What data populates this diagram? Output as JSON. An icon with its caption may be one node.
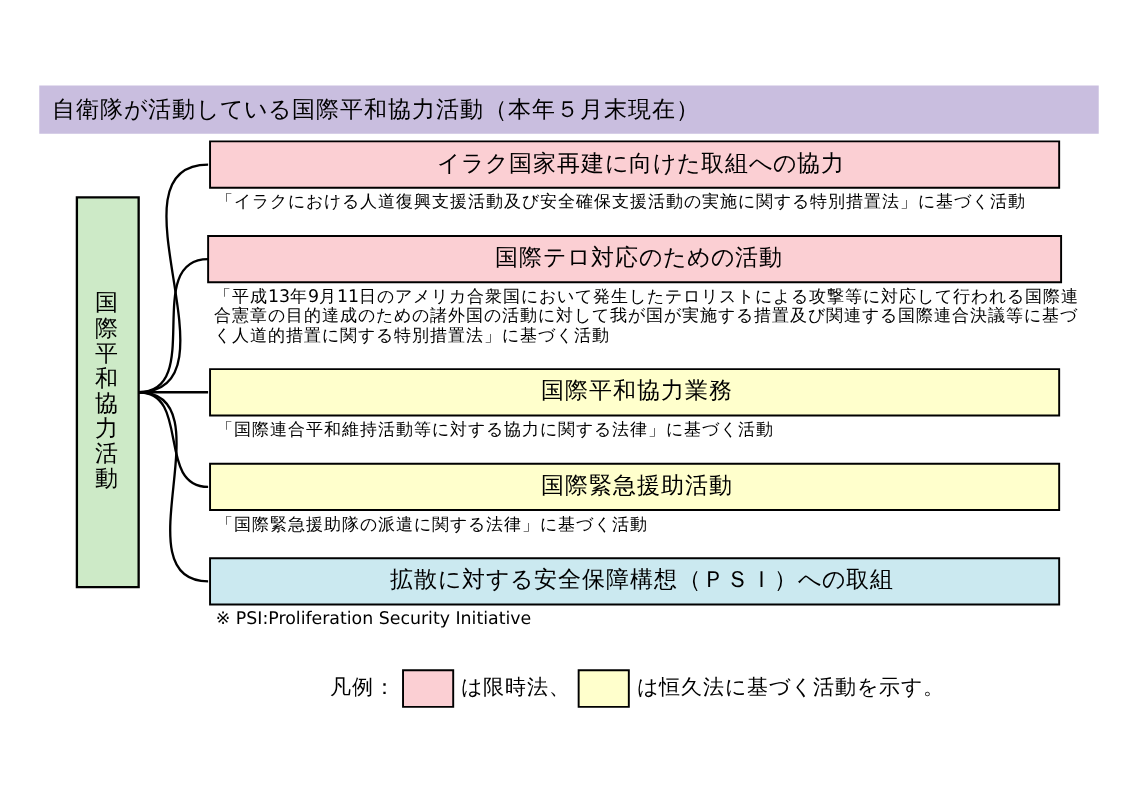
{
  "diagram": {
    "title": "自衛隊が活動している国際平和協力活動（本年５月末現在）",
    "nodes": [
      {
        "text": [
          "国際平和協力活動"
        ]
      },
      {
        "text": [
          "イラク国家再建に向けた取組への協力"
        ],
        "beside": [
          "「イラクにおける人道復興支援活動及び安全確保支援活動の実施に関する特別措置法」に基づく活動"
        ]
      },
      {
        "text": [
          "国際テロ対応のための活動"
        ],
        "beside": [
          "「平成13年9月11日のアメリカ合衆国において発生したテロリストによる攻撃等に対応して行われる国際連合憲章の目的達成のための諸外国の活動に対して我が国が実施する措置及び関連する国際連合決議等に基づく人道的措置に関する特別措置法」に基づく活動"
        ]
      },
      {
        "text": [
          "国際平和協力業務"
        ],
        "beside": [
          "「国際連合平和維持活動等に対する協力に関する法律」に基づく活動"
        ]
      },
      {
        "text": [
          "国際緊急援助活動"
        ],
        "beside": [
          "「国際緊急援助隊の派遣に関する法律」に基づく活動"
        ]
      },
      {
        "text": [
          "拡散に対する安全保障構想（ＰＳＩ）への取組"
        ],
        "beside": [
          "※ PSI:Proliferation Security Initiative"
        ]
      }
    ],
    "edges": [
      {
        "from": 0,
        "to": 1,
        "arrow": "none"
      },
      {
        "from": 0,
        "to": 2,
        "arrow": "none"
      },
      {
        "from": 0,
        "to": 3,
        "arrow": "none"
      },
      {
        "from": 0,
        "to": 4,
        "arrow": "none"
      },
      {
        "from": 0,
        "to": 5,
        "arrow": "none"
      }
    ],
    "labels": [
      "凡例："
    ],
    "legend": [
      {
        "text": "は限時法、",
        "color": "#fbcfd3"
      },
      {
        "text": "は恒久法に基づく活動を示す。",
        "color": "#ffffcc"
      }
    ]
  }
}
